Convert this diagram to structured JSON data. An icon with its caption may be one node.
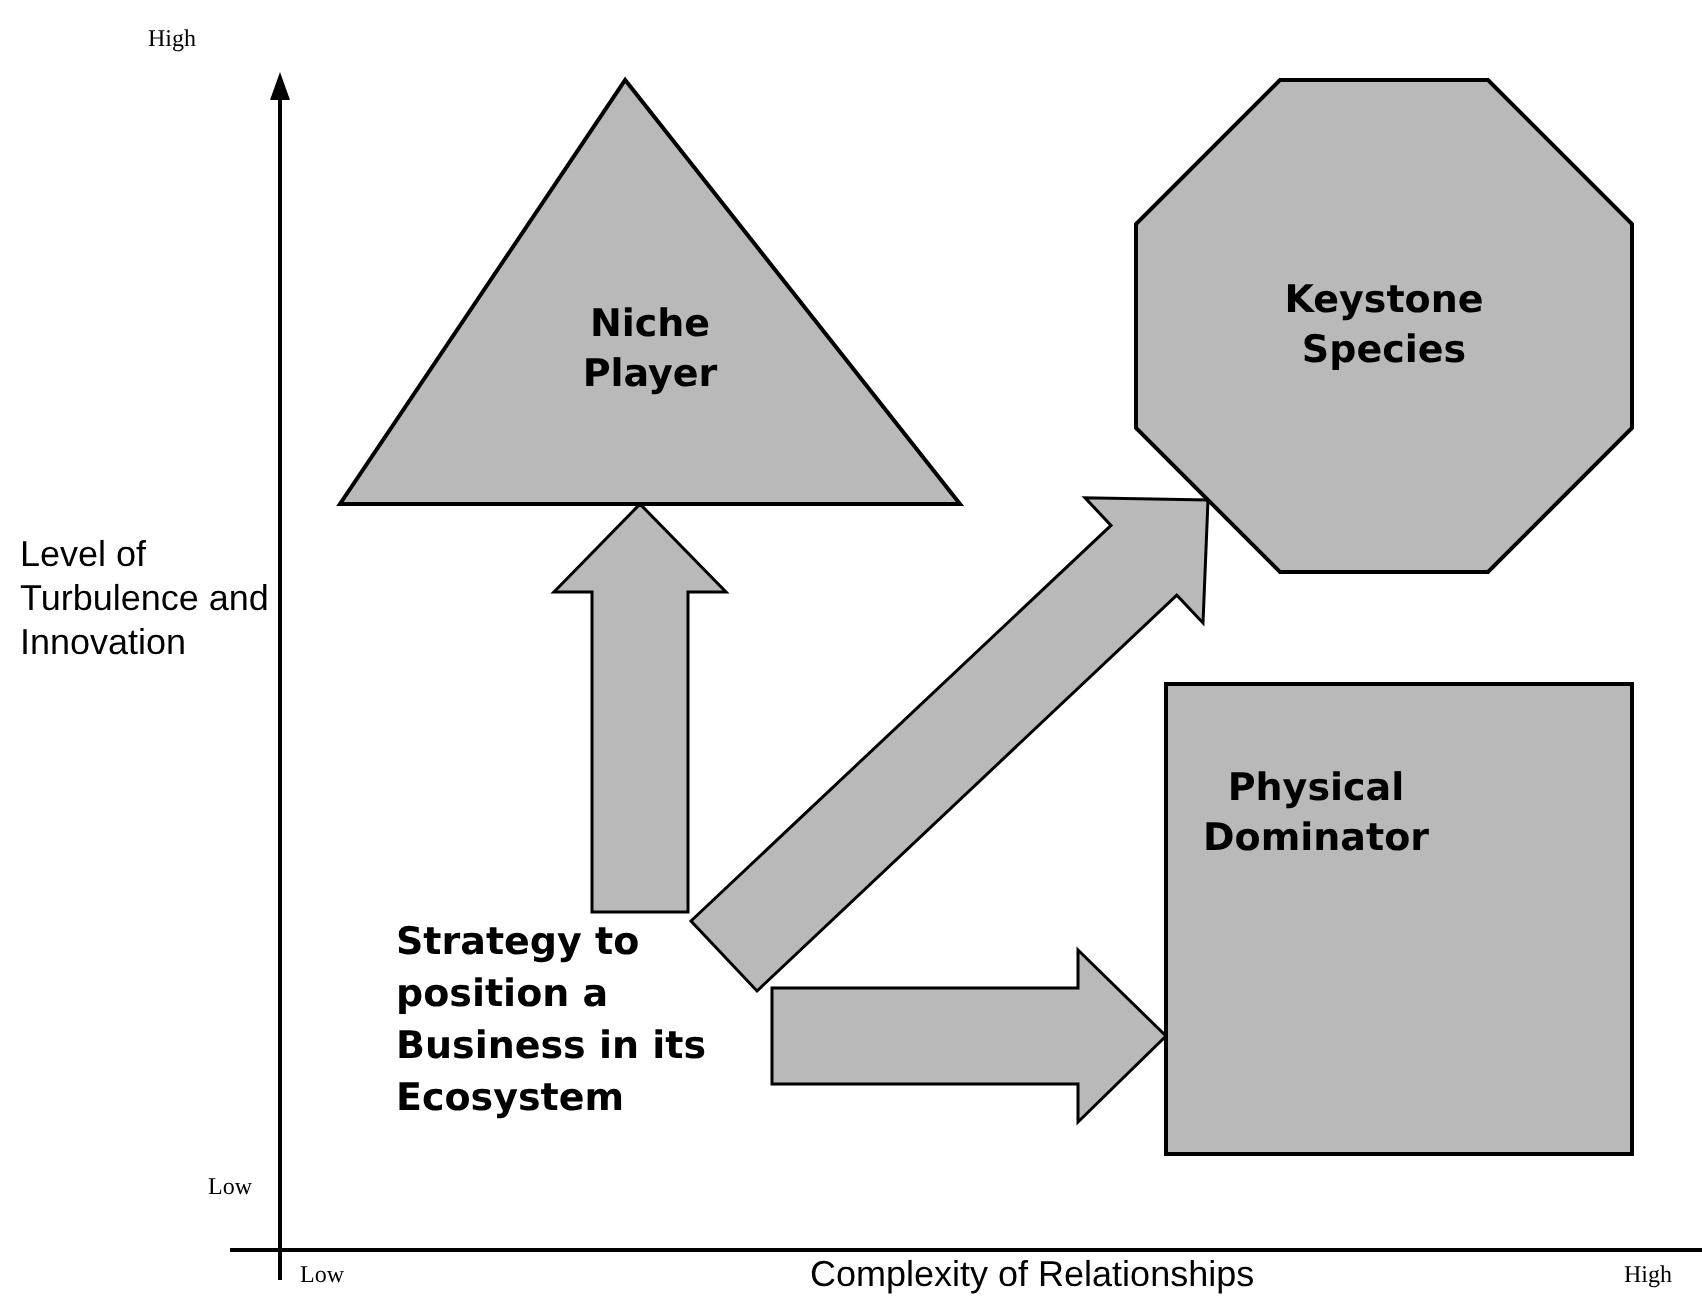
{
  "diagram": {
    "nodes": [
      {
        "text": [
          "Niche Player"
        ]
      },
      {
        "text": [
          "Keystone Species"
        ]
      },
      {
        "text": [
          "Physical Dominator"
        ]
      },
      {
        "text": [
          "Strategy to position a Business in its Ecosystem"
        ]
      }
    ],
    "edges": [
      {
        "from": 3,
        "to": 0,
        "arrow": "to"
      },
      {
        "from": 3,
        "to": 1,
        "arrow": "to"
      },
      {
        "from": 3,
        "to": 2,
        "arrow": "to"
      }
    ],
    "labels": [
      "High",
      "Level of Turbulence and Innovation",
      "Low",
      "Low",
      "Complexity of Relationships",
      "High"
    ]
  }
}
